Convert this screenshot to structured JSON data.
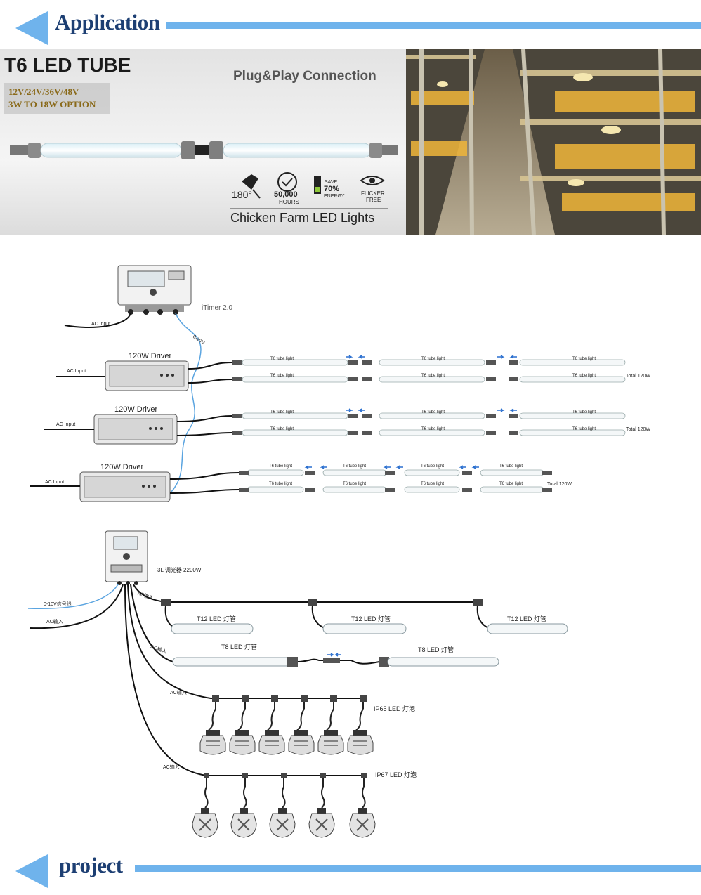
{
  "sections": {
    "application": "Application",
    "project": "project"
  },
  "banner": {
    "product_title": "T6 LED TUBE",
    "voltage": "12V/24V/36V/48V",
    "wattage": "3W TO 18W OPTION",
    "connection": "Plug&Play Connection",
    "feature_angle": "180°",
    "feature_hours_value": "50,000",
    "feature_hours_unit": "HOURS",
    "feature_save_label": "SAVE",
    "feature_save_value": "70%",
    "feature_save_unit": "ENERGY",
    "feature_flicker_1": "FLICKER",
    "feature_flicker_2": "FREE",
    "caption": "Chicken Farm LED Lights"
  },
  "diagram1": {
    "timer_label": "iTimer 2.0",
    "ac_input_timer": "AC Input",
    "signal": "0-10V",
    "drivers": [
      {
        "title": "120W Driver",
        "ac_input": "AC Input",
        "total": "Total 120W"
      },
      {
        "title": "120W Driver",
        "ac_input": "AC Input",
        "total": "Total 120W"
      },
      {
        "title": "120W Driver",
        "ac_input": "AC Input",
        "total": "Total 120W"
      }
    ],
    "tube_label": "T6 tube light"
  },
  "diagram2": {
    "dimmer_label": "3L 调光器 2200W",
    "signal_label": "0-10V信号线",
    "ac_in": "AC输入",
    "t12_label": "T12 LED 灯管",
    "t8_label": "T8 LED 灯管",
    "ip65_label": "IP65 LED 灯泡",
    "ip67_label": "IP67 LED 灯泡"
  }
}
